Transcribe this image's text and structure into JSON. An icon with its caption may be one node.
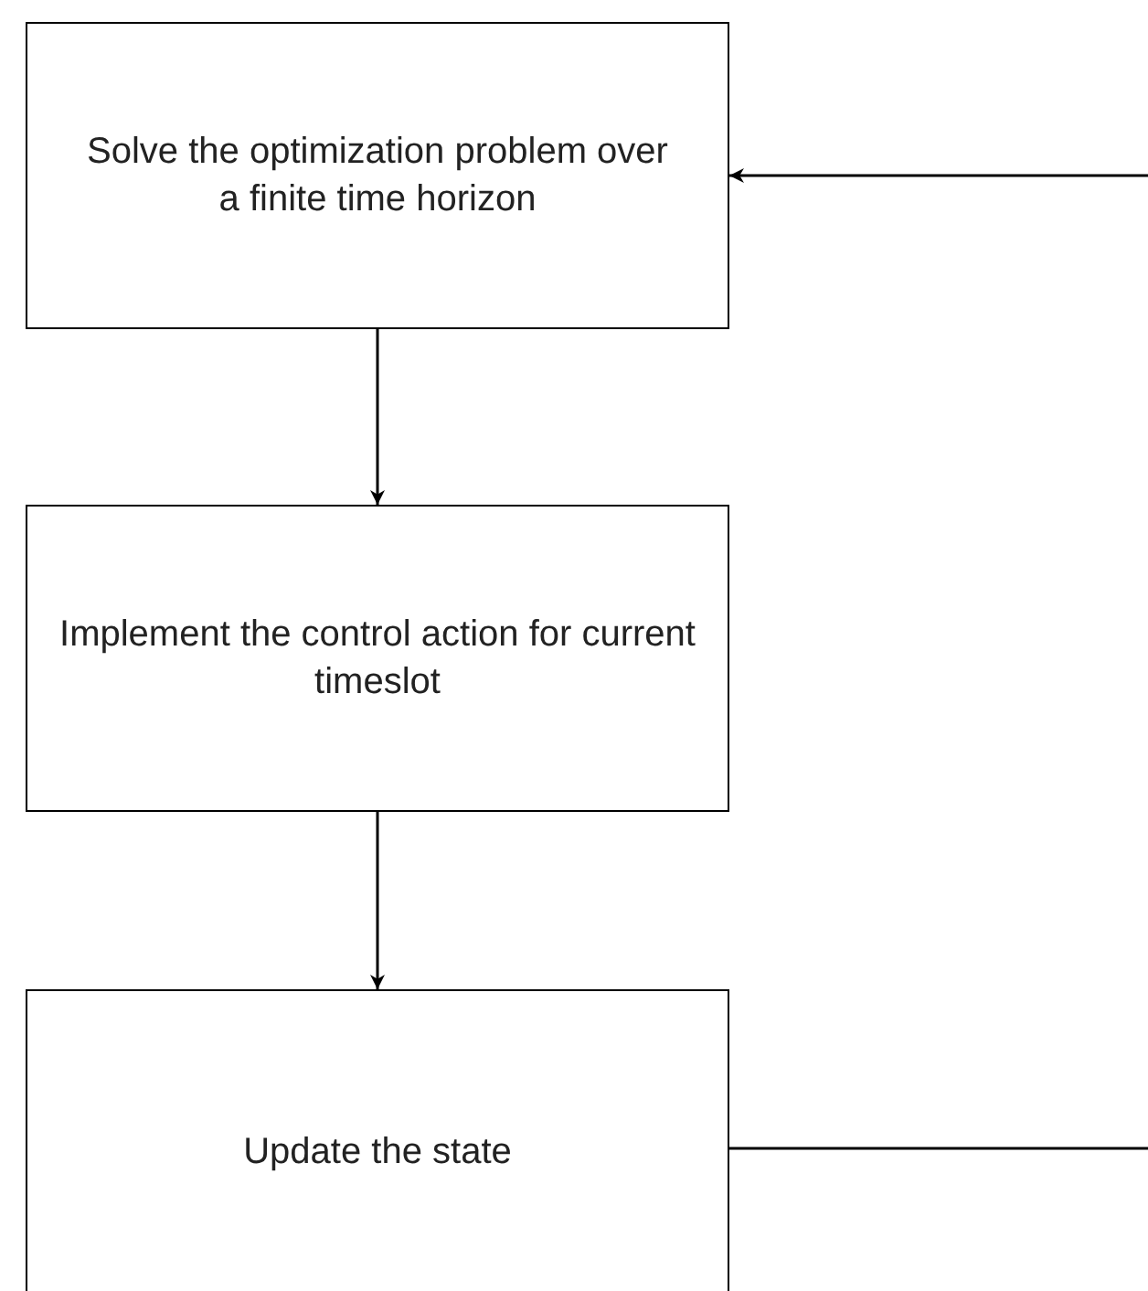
{
  "diagram": {
    "nodes": [
      {
        "text": [
          "Solve the optimization problem over a finite time horizon"
        ]
      },
      {
        "text": [
          "Implement the control action for current timeslot"
        ]
      },
      {
        "text": [
          "Update the state"
        ]
      }
    ],
    "edges": [
      {
        "from": 0,
        "to": 1,
        "arrow": "to"
      },
      {
        "from": 1,
        "to": 2,
        "arrow": "to"
      },
      {
        "from": 2,
        "to": null,
        "arrow": "none"
      },
      {
        "from": null,
        "to": 0,
        "arrow": "to"
      }
    ]
  }
}
